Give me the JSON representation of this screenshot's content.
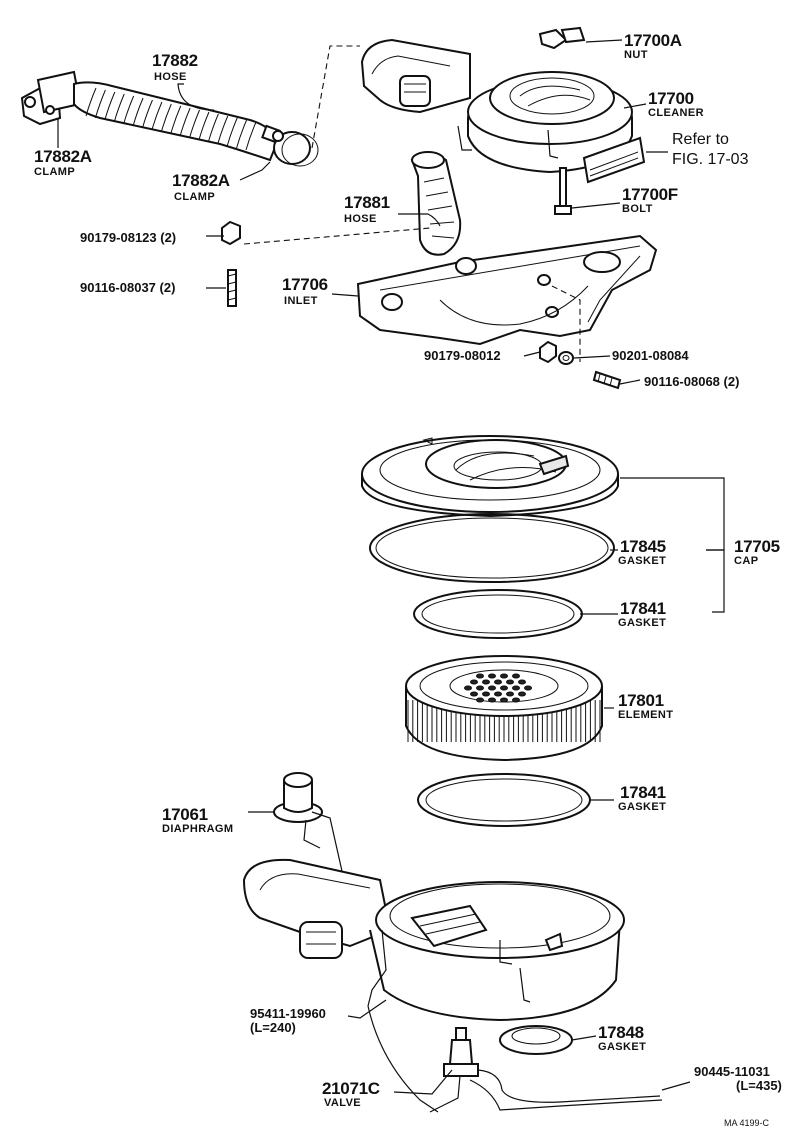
{
  "labels": {
    "hose_17882": {
      "pn": "17882",
      "name": "HOSE"
    },
    "clamp_17882a_left": {
      "pn": "17882A",
      "name": "CLAMP"
    },
    "clamp_17882a_right": {
      "pn": "17882A",
      "name": "CLAMP"
    },
    "nut_17700a": {
      "pn": "17700A",
      "name": "NUT"
    },
    "cleaner_17700": {
      "pn": "17700",
      "name": "CLEANER"
    },
    "refer": {
      "line1": "Refer to",
      "line2": "FIG. 17-03"
    },
    "bolt_17700f": {
      "pn": "17700F",
      "name": "BOLT"
    },
    "hose_17881": {
      "pn": "17881",
      "name": "HOSE"
    },
    "nut_90179_08123": {
      "pn": "90179-08123 (2)"
    },
    "stud_90116_08037": {
      "pn": "90116-08037 (2)"
    },
    "inlet_17706": {
      "pn": "17706",
      "name": "INLET"
    },
    "nut_90179_08012": {
      "pn": "90179-08012"
    },
    "washer_90201_08084": {
      "pn": "90201-08084"
    },
    "stud_90116_08068": {
      "pn": "90116-08068 (2)"
    },
    "gasket_17845": {
      "pn": "17845",
      "name": "GASKET"
    },
    "cap_17705": {
      "pn": "17705",
      "name": "CAP"
    },
    "gasket_17841_top": {
      "pn": "17841",
      "name": "GASKET"
    },
    "element_17801": {
      "pn": "17801",
      "name": "ELEMENT"
    },
    "gasket_17841_bottom": {
      "pn": "17841",
      "name": "GASKET"
    },
    "diaphragm_17061": {
      "pn": "17061",
      "name": "DIAPHRAGM"
    },
    "hose_95411": {
      "pn": "95411-19960",
      "name": "(L=240)"
    },
    "gasket_17848": {
      "pn": "17848",
      "name": "GASKET"
    },
    "hose_90445": {
      "pn": "90445-11031",
      "name": "(L=435)"
    },
    "valve_21071c": {
      "pn": "21071C",
      "name": "VALVE"
    }
  },
  "footer": {
    "code": "MA 4199-C"
  }
}
